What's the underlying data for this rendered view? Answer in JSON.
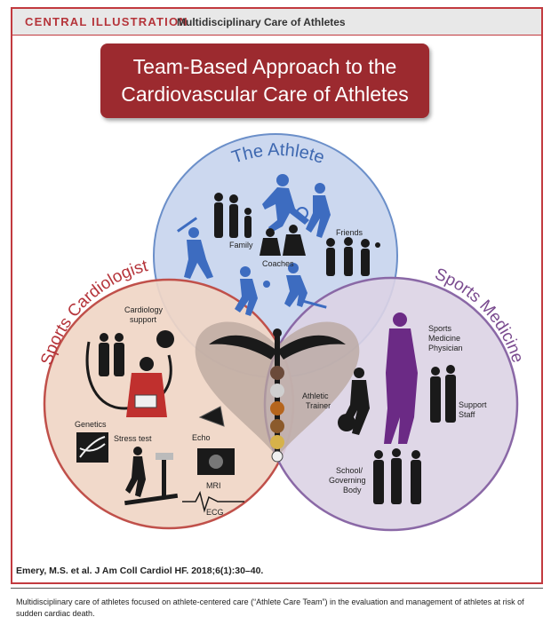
{
  "header": {
    "tag": "CENTRAL ILLUSTRATION",
    "subtitle": "Multidisciplinary Care of Athletes"
  },
  "title": {
    "line1": "Team-Based Approach to the",
    "line2": "Cardiovascular Care of Athletes"
  },
  "circles": {
    "athlete": {
      "label": "The Athlete",
      "items": [
        "Family",
        "Coaches",
        "Friends"
      ]
    },
    "cardiologist": {
      "label": "Sports Cardiologist",
      "items": [
        "Cardiology",
        "support",
        "Genetics",
        "Stress test",
        "Echo",
        "MRI",
        "ECG"
      ]
    },
    "medicine": {
      "label": "Sports Medicine",
      "items": [
        "Sports",
        "Medicine",
        "Physician",
        "Support",
        "Staff",
        "School/",
        "Governing",
        "Body"
      ]
    },
    "center": {
      "items": [
        "Athletic",
        "Trainer"
      ]
    }
  },
  "colors": {
    "brand_red": "#c23a3f",
    "title_bg": "#9c2a2f",
    "athlete_fill": "#c9d6ee",
    "athlete_text": "#3e68b0",
    "cardio_fill": "#f0d6c6",
    "cardio_text": "#b5343a",
    "medicine_fill": "#dcd3e4",
    "medicine_text": "#7a4b8f"
  },
  "footer": {
    "citation": "Emery, M.S. et al. J Am Coll Cardiol HF. 2018;6(1):30–40.",
    "caption": "Multidisciplinary care of athletes focused on athlete-centered care (“Athlete Care Team”) in the evaluation and management of athletes at risk of sudden cardiac death."
  }
}
